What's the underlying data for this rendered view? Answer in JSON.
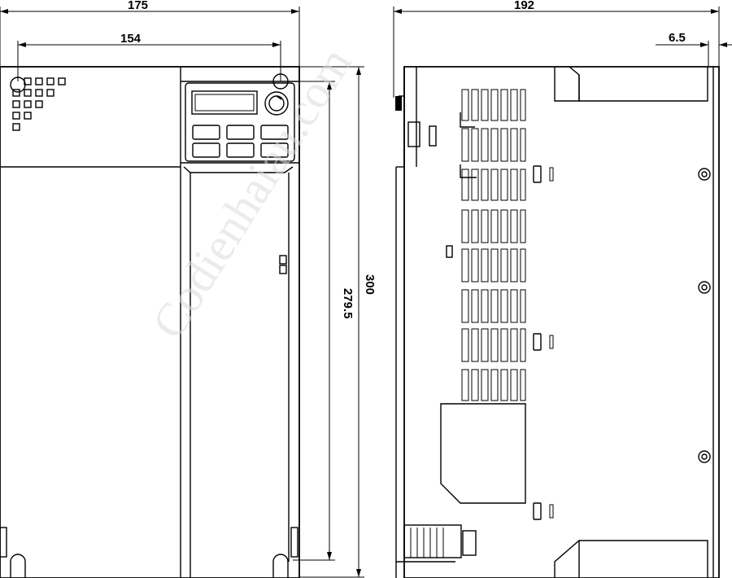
{
  "dimensions": {
    "front_width": "175",
    "mount_hole_spacing": "154",
    "mount_hole_vertical": "279.5",
    "total_height": "300",
    "depth": "192",
    "foot_offset": "6.5"
  },
  "watermark": "Codienhaiau.com"
}
